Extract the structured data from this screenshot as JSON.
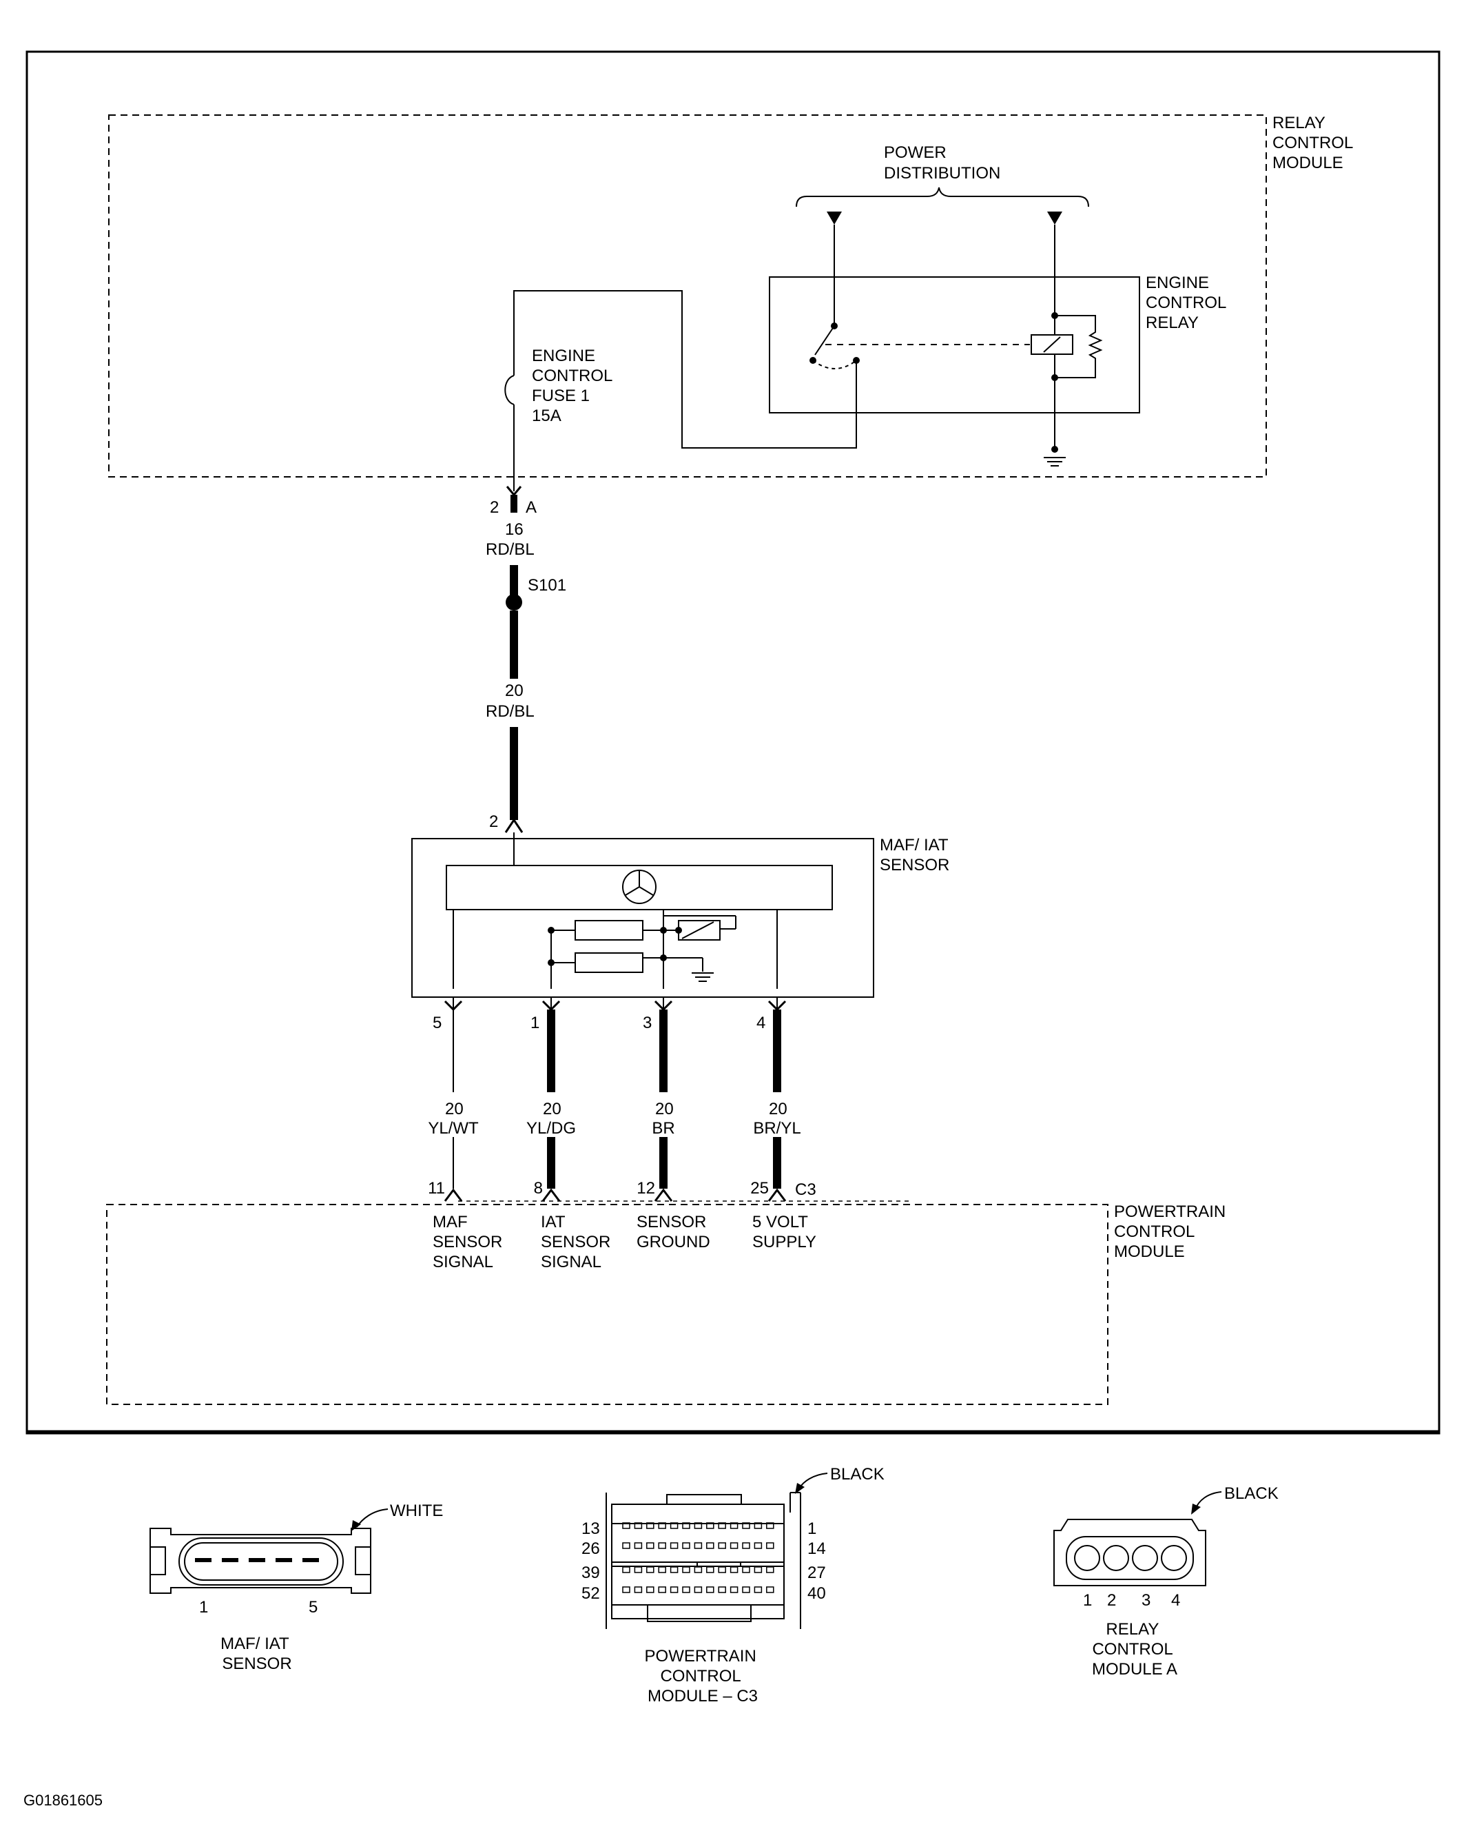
{
  "modules": {
    "relay_control_module": [
      "RELAY",
      "CONTROL",
      "MODULE"
    ],
    "power_distribution": [
      "POWER",
      "DISTRIBUTION"
    ],
    "engine_control_relay": [
      "ENGINE",
      "CONTROL",
      "RELAY"
    ],
    "engine_control_fuse": [
      "ENGINE",
      "CONTROL",
      "FUSE 1",
      "15A"
    ],
    "maf_iat_sensor": [
      "MAF/ IAT",
      "SENSOR"
    ],
    "powertrain_control_module": [
      "POWERTRAIN",
      "CONTROL",
      "MODULE"
    ]
  },
  "relay_connector": {
    "pin": "2",
    "connector": "A"
  },
  "main_wire_upper": {
    "gauge": "16",
    "color": "RD/BL"
  },
  "splice": "S101",
  "main_wire_lower": {
    "gauge": "20",
    "color": "RD/BL"
  },
  "sensor_supply_pin": "2",
  "circuits": [
    {
      "sensor_pin": "5",
      "gauge": "20",
      "color": "YL/WT",
      "pcm_pin": "11",
      "label": [
        "MAF",
        "SENSOR",
        "SIGNAL"
      ]
    },
    {
      "sensor_pin": "1",
      "gauge": "20",
      "color": "YL/DG",
      "pcm_pin": "8",
      "label": [
        "IAT",
        "SENSOR",
        "SIGNAL"
      ]
    },
    {
      "sensor_pin": "3",
      "gauge": "20",
      "color": "BR",
      "pcm_pin": "12",
      "label": [
        "SENSOR",
        "GROUND"
      ]
    },
    {
      "sensor_pin": "4",
      "gauge": "20",
      "color": "BR/YL",
      "pcm_pin": "25",
      "label": [
        "5 VOLT",
        "SUPPLY"
      ]
    }
  ],
  "pcm_connector": "C3",
  "connector_views": {
    "maf": {
      "color": "WHITE",
      "pin_left": "1",
      "pin_right": "5",
      "caption": [
        "MAF/ IAT",
        "SENSOR"
      ]
    },
    "pcm": {
      "color": "BLACK",
      "pins_left": [
        "13",
        "26",
        "39",
        "52"
      ],
      "pins_right": [
        "1",
        "14",
        "27",
        "40"
      ],
      "caption": [
        "POWERTRAIN",
        "CONTROL",
        "MODULE – C3"
      ]
    },
    "relay": {
      "color": "BLACK",
      "pins": [
        "1",
        "2",
        "3",
        "4"
      ],
      "caption": [
        "RELAY",
        "CONTROL",
        "MODULE A"
      ]
    }
  },
  "figure_ref": "G01861605"
}
